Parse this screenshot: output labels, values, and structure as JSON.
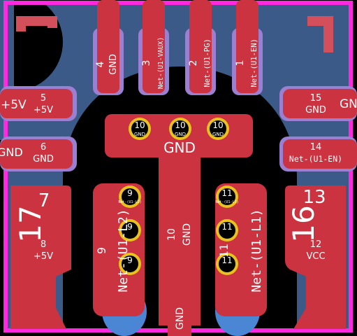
{
  "colors": {
    "background": "#000000",
    "copper_fill": "#3c5a87",
    "pad": "#cc3340",
    "pad_outline": "#9b7fd1",
    "via_ring": "#e8c21e",
    "via_hole": "#000000",
    "board_edge": "#ff2ae0",
    "courtyard": "#d24f5b",
    "mask_blue": "#4a86d4"
  },
  "pads": {
    "p1": {
      "num": "1",
      "net": "Net-(U1-EN)"
    },
    "p2": {
      "num": "2",
      "net": "Net-(U1-PG)"
    },
    "p3": {
      "num": "3",
      "net": "Net-(U1-VAUX)"
    },
    "p4": {
      "num": "4",
      "net": "GND"
    },
    "p5": {
      "num": "5",
      "net": "+5V"
    },
    "p6": {
      "num": "6",
      "net": "GND"
    },
    "p8": {
      "num": "8",
      "net": "+5V"
    },
    "p9": {
      "num": "9",
      "net": "Net-(U1-L2)"
    },
    "p10": {
      "num": "10",
      "net": "GND"
    },
    "p11": {
      "num": "11",
      "net": "Net-(U1-L1)"
    },
    "p12": {
      "num": "12",
      "net": "VCC"
    },
    "p13": {
      "num": "13"
    },
    "p14": {
      "num": "14",
      "net": "Net-(U1-EN)"
    },
    "p15": {
      "num": "15",
      "net": "GND"
    },
    "p16": {
      "num": "16"
    },
    "p17": {
      "num": "17"
    },
    "p7": {
      "num": "7"
    }
  },
  "edge_labels": {
    "left_top": "+5V",
    "left_mid": "GND",
    "right_top": "GN",
    "bottom": "GND"
  },
  "via_labels": {
    "gnd_num": "10",
    "gnd_net": "GND",
    "l2_num": "9",
    "l2_net": "Net-(U1-L2)",
    "l1_num": "11",
    "l1_net": "Net-(U1-L1)"
  },
  "center_net": "GND"
}
